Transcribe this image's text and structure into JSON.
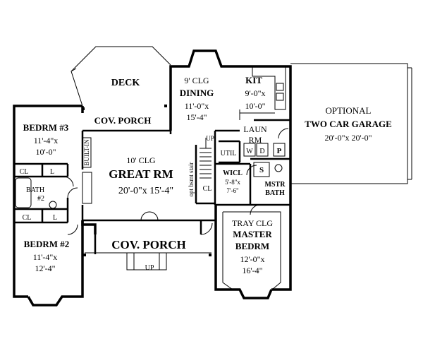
{
  "rooms": {
    "deck": {
      "name": "DECK"
    },
    "dining": {
      "ceiling": "9' CLG",
      "name": "DINING",
      "dim1": "11'-0\"x",
      "dim2": "15'-4\""
    },
    "kit": {
      "name": "KIT",
      "dim1": "9'-0\"x",
      "dim2": "10'-0\""
    },
    "garage": {
      "line1": "OPTIONAL",
      "line2": "TWO CAR GARAGE",
      "dims": "20'-0\"x 20'-0\""
    },
    "bedrm3": {
      "name": "BEDRM #3",
      "dim1": "11'-4\"x",
      "dim2": "10'-0\""
    },
    "cov_porch_rear": {
      "name": "COV. PORCH"
    },
    "laun": {
      "line1": "LAUN",
      "line2": "RM"
    },
    "great_rm": {
      "ceiling": "10' CLG",
      "name": "GREAT RM",
      "dims": "20'-0\"x 15'-4\""
    },
    "wicl": {
      "name": "WICL",
      "dim1": "5'-8\"x",
      "dim2": "7'-6\""
    },
    "mstr_bath": {
      "line1": "MSTR",
      "line2": "BATH"
    },
    "bath2": {
      "line1": "BATH",
      "line2": "#2"
    },
    "bedrm2": {
      "name": "BEDRM #2",
      "dim1": "11'-4\"x",
      "dim2": "12'-4\""
    },
    "cov_porch_front": {
      "name": "COV. PORCH"
    },
    "master": {
      "ceiling": "TRAY CLG",
      "line1": "MASTER",
      "line2": "BEDRM",
      "dim1": "12'-0\"x",
      "dim2": "16'-4\""
    }
  },
  "labels": {
    "built_in": "BUILT-IN",
    "up_stair": "UP",
    "up_porch": "UP",
    "basement_stair": "opt bsmt stair",
    "util": "UTIL",
    "w": "W",
    "d": "D",
    "p": "P",
    "s": "S",
    "cl": "CL",
    "l": "L"
  }
}
